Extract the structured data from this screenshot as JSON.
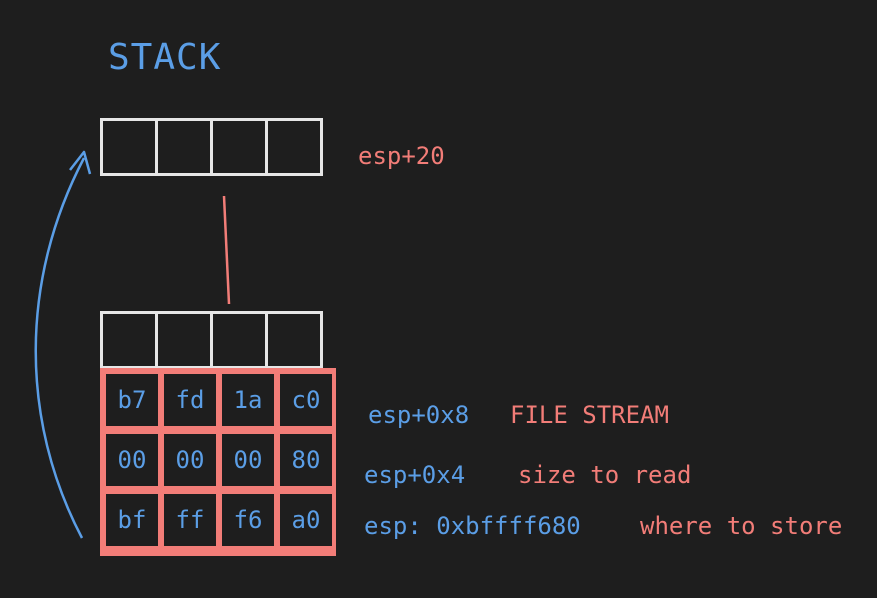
{
  "title": "STACK",
  "top_block": {
    "label": "esp+20",
    "cells": [
      "",
      "",
      "",
      ""
    ]
  },
  "lower_empty_row": [
    "",
    "",
    "",
    ""
  ],
  "rows": [
    {
      "bytes": [
        "b7",
        "fd",
        "1a",
        "c0"
      ],
      "offset": "esp+0x8",
      "note": "FILE STREAM"
    },
    {
      "bytes": [
        "00",
        "00",
        "00",
        "80"
      ],
      "offset": "esp+0x4",
      "note": "size to read"
    },
    {
      "bytes": [
        "bf",
        "ff",
        "f6",
        "a0"
      ],
      "offset": "esp: 0xbffff680",
      "note": "where to store"
    }
  ],
  "colors": {
    "background": "#1e1e1e",
    "blue": "#5b9ee6",
    "red": "#f27d78",
    "white": "#e6e6e6"
  }
}
